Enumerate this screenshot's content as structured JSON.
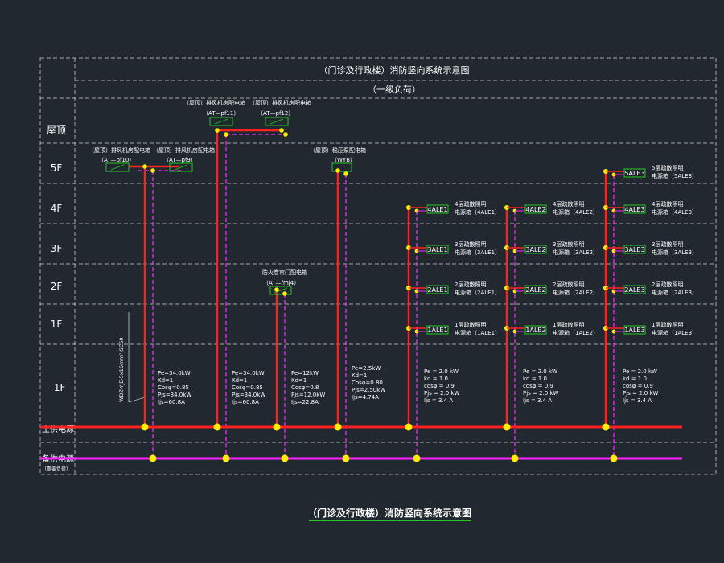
{
  "title": "（门诊及行政楼）消防竖向系统示意图",
  "subtitle": "（一级负荷）",
  "caption": "（门诊及行政楼）消防竖向系统示意图",
  "floors": [
    "屋顶",
    "5F",
    "4F",
    "3F",
    "2F",
    "1F",
    "-1F"
  ],
  "main_bus_label": "主供电源",
  "backup_bus_label": "备供电源",
  "backup_bus_note": "（重要负荷）",
  "cable_label": "WDZ-YJE-5x16mm²-SC50",
  "colors": {
    "background": "#212830",
    "main_line": "#ff2020",
    "backup_line": "#ff22ff",
    "node": "#ffee00",
    "box": "#22cc22",
    "grid": "#cfcfcf"
  },
  "roof_boxes": {
    "left_a": {
      "note": "（屋顶）排风机房配电箱",
      "code": "（AT—pf10）"
    },
    "left_b": {
      "note": "（屋顶）排风机房配电箱",
      "code": "（AT—pf9）"
    },
    "top_a": {
      "note": "（屋顶）排风机房配电箱",
      "code": "（AT—pf11）"
    },
    "top_b": {
      "note": "（屋顶）排风机房配电箱",
      "code": "（AT—pf12）"
    },
    "wyb": {
      "note": "（屋顶）稳压泵配电箱",
      "code": "（WYB）"
    },
    "fm": {
      "note": "防火卷帘门配电箱",
      "code": "（AT—fmj4）"
    }
  },
  "specs": {
    "col1": [
      "Pe=34.0kW",
      "Kd=1",
      "Cosφ=0.85",
      "Pjs=34.0kW",
      "Ijs=60.8A"
    ],
    "col2": [
      "Pe=34.0kW",
      "Kd=1",
      "Cosφ=0.85",
      "Pjs=34.0kW",
      "Ijs=60.8A"
    ],
    "col3": [
      "Pe=12kW",
      "Kd=1",
      "Cosφ=0.8",
      "Pjs=12.0kW",
      "Ijs=22.8A"
    ],
    "col4": [
      "Pe=2.5kW",
      "Kd=1",
      "Cosφ=0.80",
      "Pjs=2.50kW",
      "Ijs=4.74A"
    ],
    "col5": [
      "Pe = 2.0 kW",
      "kd = 1.0",
      "cosφ = 0.9",
      "Pjs = 2.0 kW",
      "Ijs = 3.4 A"
    ],
    "col6": [
      "Pe = 2.0 kW",
      "kd = 1.0",
      "cosφ = 0.9",
      "Pjs = 2.0 kW",
      "Ijs = 3.4 A"
    ],
    "col7": [
      "Pe = 2.0 kW",
      "kd = 1.0",
      "cosφ = 0.9",
      "Pjs = 2.0 kW",
      "Ijs = 3.4 A"
    ]
  },
  "ale": {
    "c1": [
      {
        "code": "4ALE1",
        "l1": "4层疏散照明",
        "l2": "电源箱（4ALE1）"
      },
      {
        "code": "3ALE1",
        "l1": "3层疏散照明",
        "l2": "电源箱（3ALE1）"
      },
      {
        "code": "2ALE1",
        "l1": "2层疏散照明",
        "l2": "电源箱（2ALE1）"
      },
      {
        "code": "1ALE1",
        "l1": "1层疏散照明",
        "l2": "电源箱（1ALE1）"
      }
    ],
    "c2": [
      {
        "code": "4ALE2",
        "l1": "4层疏散照明",
        "l2": "电源箱（4ALE2）"
      },
      {
        "code": "3ALE2",
        "l1": "3层疏散照明",
        "l2": "电源箱（3ALE2）"
      },
      {
        "code": "2ALE2",
        "l1": "2层疏散照明",
        "l2": "电源箱（2ALE2）"
      },
      {
        "code": "1ALE2",
        "l1": "1层疏散照明",
        "l2": "电源箱（1ALE2）"
      }
    ],
    "c3": [
      {
        "code": "5ALE3",
        "l1": "5层疏散照明",
        "l2": "电源箱（5ALE3）"
      },
      {
        "code": "4ALE3",
        "l1": "4层疏散照明",
        "l2": "电源箱（4ALE3）"
      },
      {
        "code": "3ALE3",
        "l1": "3层疏散照明",
        "l2": "电源箱（3ALE3）"
      },
      {
        "code": "2ALE3",
        "l1": "2层疏散照明",
        "l2": "电源箱（2ALE3）"
      },
      {
        "code": "1ALE3",
        "l1": "1层疏散照明",
        "l2": "电源箱（1ALE3）"
      }
    ]
  }
}
